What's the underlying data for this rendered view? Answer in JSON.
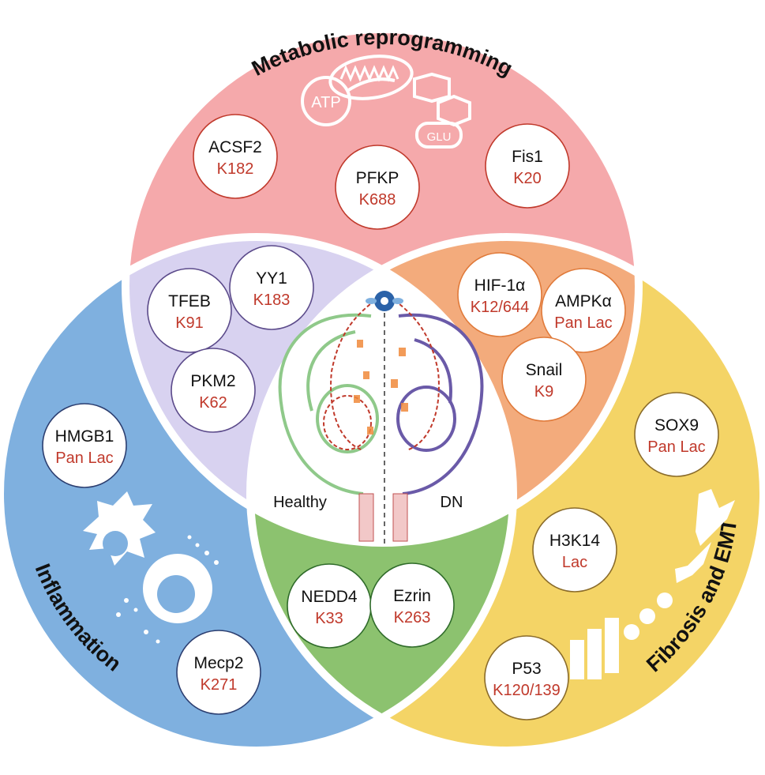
{
  "sections": {
    "metabolic": {
      "title": "Metabolic reprogramming",
      "icons": {
        "atp": "ATP",
        "glu": "GLU"
      },
      "proteins": [
        {
          "name": "ACSF2",
          "site": "K182"
        },
        {
          "name": "PFKP",
          "site": "K688"
        },
        {
          "name": "Fis1",
          "site": "K20"
        }
      ]
    },
    "inflammation": {
      "title": "Inflammation",
      "proteins": [
        {
          "name": "HMGB1",
          "site": "Pan Lac"
        },
        {
          "name": "Mecp2",
          "site": "K271"
        }
      ]
    },
    "fibrosis": {
      "title": "Fibrosis and  EMT",
      "proteins": [
        {
          "name": "SOX9",
          "site": "Pan Lac"
        },
        {
          "name": "H3K14",
          "site": "Lac"
        },
        {
          "name": "P53",
          "site": "K120/139"
        }
      ]
    },
    "metabolic_inflammation": {
      "proteins": [
        {
          "name": "TFEB",
          "site": "K91"
        },
        {
          "name": "YY1",
          "site": "K183"
        },
        {
          "name": "PKM2",
          "site": "K62"
        }
      ]
    },
    "metabolic_fibrosis": {
      "proteins": [
        {
          "name": "HIF-1α",
          "site": "K12/644"
        },
        {
          "name": "AMPKα",
          "site": "Pan Lac"
        },
        {
          "name": "Snail",
          "site": "K9"
        }
      ]
    },
    "inflammation_fibrosis": {
      "proteins": [
        {
          "name": "NEDD4",
          "site": "K33"
        },
        {
          "name": "Ezrin",
          "site": "K263"
        }
      ]
    }
  },
  "center": {
    "healthy_label": "Healthy",
    "dn_label": "DN"
  },
  "colors": {
    "metabolic": "#f5a9ab",
    "inflammation": "#7fb0df",
    "fibrosis": "#f4d466",
    "metabolic_inflammation": "#d8d2f0",
    "metabolic_fibrosis": "#f3ab7c",
    "inflammation_fibrosis": "#8cc26f",
    "site_text": "#c0392b",
    "healthy_kidney": "#8fc98a",
    "dn_kidney": "#6a5aa8"
  }
}
